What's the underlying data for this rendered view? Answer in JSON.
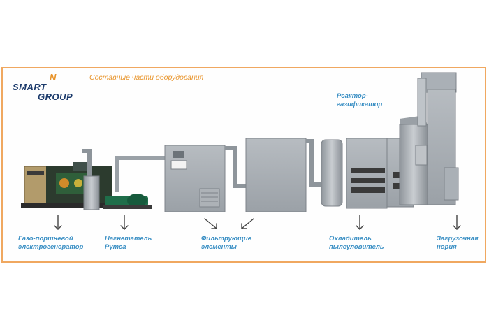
{
  "logo": {
    "line1": "SMART",
    "line2": "N",
    "line3": "GROUP"
  },
  "heading": "Составные части оборудования",
  "labels": {
    "generator": "Газо-поршневой\nэлектрогенератор",
    "blower": "Нагнетатель\nРутса",
    "filters": "Фильтрующие\nэлементы",
    "cooler": "Охладитель\nпылеуловитель",
    "elevator": "Загрузочная\nнория",
    "reactor": "Реактор-\nгазификатор"
  },
  "colors": {
    "frame": "#f0a860",
    "label": "#3a8fc4",
    "heading": "#e8942b",
    "logo_blue": "#1b3a6b",
    "logo_orange": "#e8942b"
  }
}
